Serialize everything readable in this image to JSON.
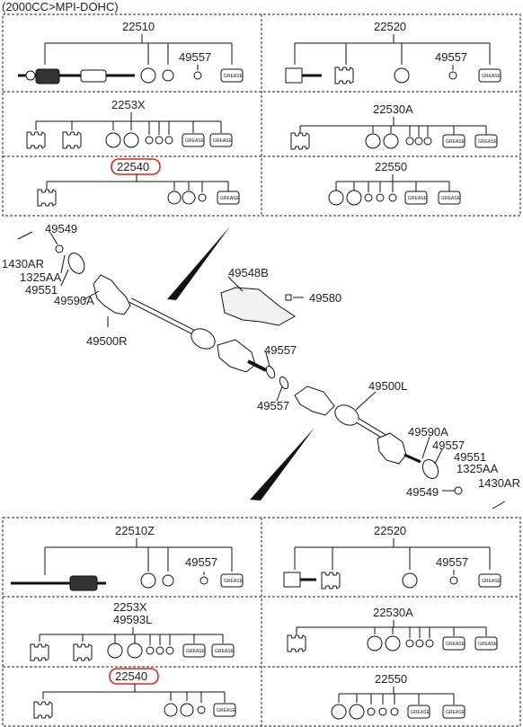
{
  "header": {
    "engine_note": "(2000CC>MPI-DOHC)"
  },
  "colors": {
    "highlight": "#e0261f",
    "line": "#111111",
    "divider": "#222222"
  },
  "kits_top": {
    "c22510": "22510",
    "c22510_small": "49557",
    "c22520": "22520",
    "c22520_small": "49557",
    "c2253x": "2253X",
    "c22530a": "22530A",
    "c22540": "22540",
    "c22550": "22550"
  },
  "kits_bottom": {
    "c22510z": "22510Z",
    "c22510z_small": "49557",
    "c22520": "22520",
    "c22520_small": "49557",
    "c2253x": "2253X",
    "c49593l": "49593L",
    "c22530a": "22530A",
    "c22540": "22540",
    "c22550": "22550"
  },
  "grease_label": "GREASE",
  "callouts": {
    "r_49549": "49549",
    "r_1430ar": "1430AR",
    "r_1325aa": "1325AA",
    "r_49551": "49551",
    "r_49590a": "49590A",
    "r_49500r": "49500R",
    "m_49548b": "49548B",
    "m_49580": "49580",
    "m_49557a": "49557",
    "m_49557b": "49557",
    "l_49500l": "49500L",
    "l_49590a": "49590A",
    "l_49557": "49557",
    "l_49551": "49551",
    "l_1325aa": "1325AA",
    "l_49549": "49549",
    "l_1430ar": "1430AR"
  }
}
